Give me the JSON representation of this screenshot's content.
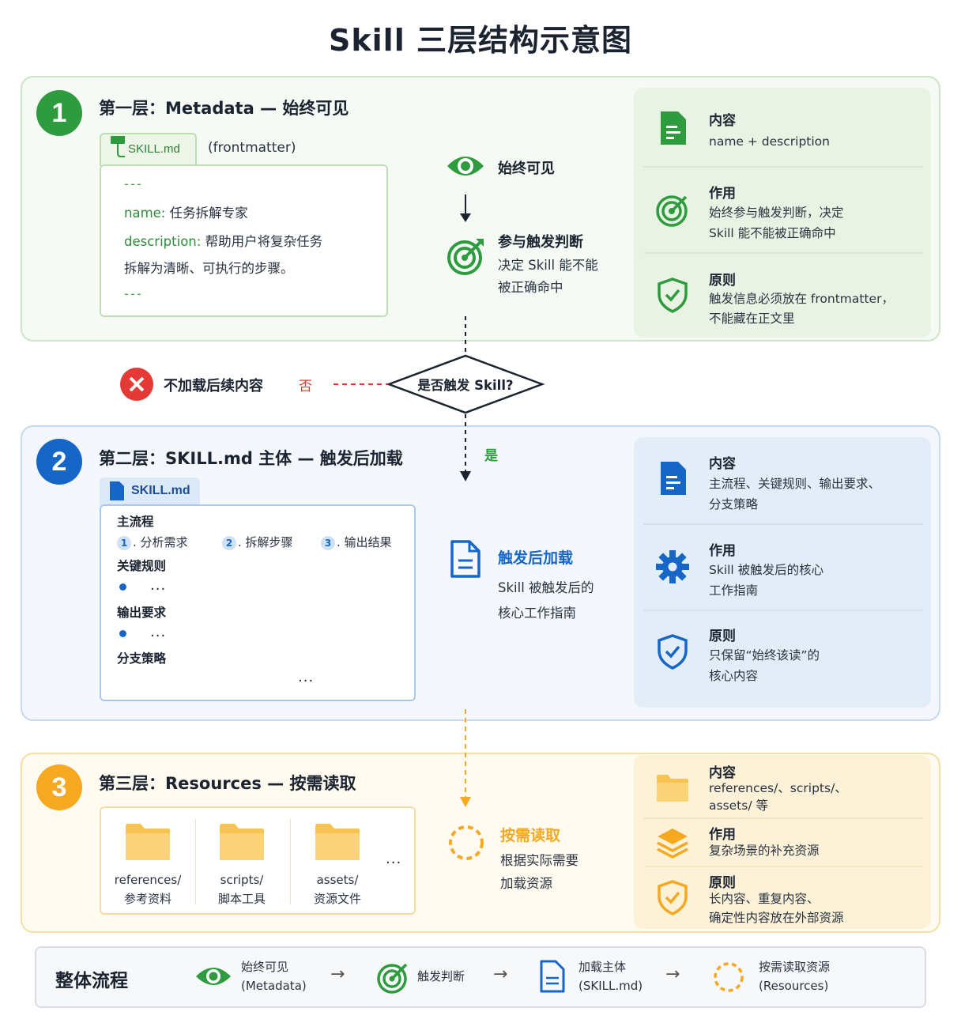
{
  "title": "Skill 三层结构示意图",
  "layer1": {
    "badge": "1",
    "title": "第一层：Metadata — 始终可见",
    "file_tab": "SKILL.md",
    "file_note": "(frontmatter)",
    "code_sep": "---",
    "code_name_key": "name:",
    "code_name_val": "任务拆解专家",
    "code_desc_key": "description:",
    "code_desc_val1": "帮助用户将复杂任务",
    "code_desc_val2": "拆解为清晰、可执行的步骤。",
    "mid_visible": "始终可见",
    "mid_trigger_h": "参与触发判断",
    "mid_trigger_t1": "决定 Skill 能不能",
    "mid_trigger_t2": "被正确命中",
    "panel": [
      {
        "head": "内容",
        "text": "name + description",
        "icon": "document-icon"
      },
      {
        "head": "作用",
        "text1": "始终参与触发判断，决定",
        "text2": "Skill 能不能被正确命中",
        "icon": "target-icon"
      },
      {
        "head": "原则",
        "text1": "触发信息必须放在 frontmatter，",
        "text2": "不能藏在正文里",
        "icon": "shield-check-icon"
      }
    ]
  },
  "decision": {
    "question": "是否触发 Skill?",
    "no_label": "否",
    "no_text": "不加载后续内容",
    "yes_label": "是"
  },
  "layer2": {
    "badge": "2",
    "title": "第二层：SKILL.md 主体 — 触发后加载",
    "file_tab": "SKILL.md",
    "main_flow": "主流程",
    "steps": [
      {
        "n": "1",
        "label": ". 分析需求"
      },
      {
        "n": "2",
        "label": ". 拆解步骤"
      },
      {
        "n": "3",
        "label": ". 输出结果"
      }
    ],
    "key_rules": "关键规则",
    "output_req": "输出要求",
    "branch": "分支策略",
    "ellipsis": "...",
    "mid_h": "触发后加载",
    "mid_t1": "Skill 被触发后的",
    "mid_t2": "核心工作指南",
    "panel": [
      {
        "head": "内容",
        "text1": "主流程、关键规则、输出要求、",
        "text2": "分支策略",
        "icon": "document-icon"
      },
      {
        "head": "作用",
        "text1": "Skill 被触发后的核心",
        "text2": "工作指南",
        "icon": "gear-icon"
      },
      {
        "head": "原则",
        "text1": "只保留“始终该读”的",
        "text2": "核心内容",
        "icon": "shield-check-icon"
      }
    ]
  },
  "layer3": {
    "badge": "3",
    "title": "第三层：Resources — 按需读取",
    "folders": [
      {
        "name": "references/",
        "desc": "参考资料"
      },
      {
        "name": "scripts/",
        "desc": "脚本工具"
      },
      {
        "name": "assets/",
        "desc": "资源文件"
      }
    ],
    "ellipsis": "...",
    "mid_h": "按需读取",
    "mid_t1": "根据实际需要",
    "mid_t2": "加载资源",
    "panel": [
      {
        "head": "内容",
        "text1": "references/、scripts/、",
        "text2": "assets/ 等",
        "icon": "folder-icon"
      },
      {
        "head": "作用",
        "text": "复杂场景的补充资源",
        "icon": "layers-icon"
      },
      {
        "head": "原则",
        "text1": "长内容、重复内容、",
        "text2": "确定性内容放在外部资源",
        "icon": "shield-check-icon"
      }
    ]
  },
  "flow": {
    "title": "整体流程",
    "arrow": "→",
    "steps": [
      {
        "l1": "始终可见",
        "l2": "(Metadata)",
        "icon": "eye-icon"
      },
      {
        "l1": "触发判断",
        "icon": "target-icon"
      },
      {
        "l1": "加载主体",
        "l2": "(SKILL.md)",
        "icon": "document-icon"
      },
      {
        "l1": "按需读取资源",
        "l2": "(Resources)",
        "icon": "dashed-circle-icon"
      }
    ]
  },
  "colors": {
    "green": "#2e9b3f",
    "blue": "#1666c8",
    "orange": "#f5a820",
    "red": "#e53935",
    "dark": "#1b2330"
  }
}
